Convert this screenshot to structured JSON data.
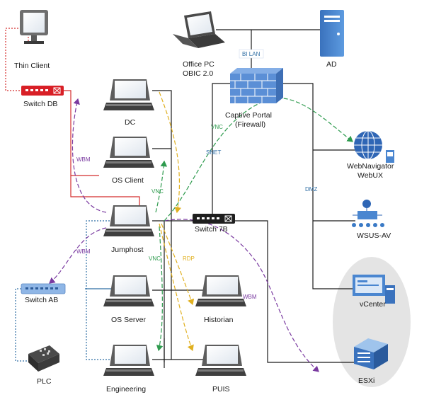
{
  "nodes": {
    "thin_client": "Thin Client",
    "switch_db": "Switch DB",
    "office_pc_line1": "Office PC",
    "office_pc_line2": "OBIC 2.0",
    "ad": "AD",
    "dc": "DC",
    "os_client": "OS Client",
    "captive_portal_line1": "Captive Portal",
    "captive_portal_line2": "(Firewall)",
    "web_navigator_line1": "WebNavigator",
    "web_navigator_line2": "WebUX",
    "jumphost": "Jumphost",
    "switch_7b": "Switch 7B",
    "wsus_av": "WSUS-AV",
    "switch_ab": "Switch AB",
    "os_server": "OS Server",
    "historian": "Historian",
    "vcenter": "vCenter",
    "esxi": "ESXi",
    "plc": "PLC",
    "engineering": "Engineering",
    "puis": "PUIS"
  },
  "link_labels": {
    "bi_lan": "BI LAN",
    "dmz": "DMZ",
    "snet": "SNET",
    "vnc_firewall": "VNC",
    "vnc_os_client": "VNC",
    "vnc_os_server": "VNC",
    "wbm_switch_db": "WBM",
    "wbm_switch_ab": "WBM",
    "wbm_historian": "WBM",
    "rdp": "RDP"
  },
  "colors": {
    "switch_db": "#d81f26",
    "red_link": "#d42c2c",
    "blue_link": "#2e6da4",
    "purple_arrow": "#7a3aa0",
    "green_arrow": "#2e9b4e",
    "orange_arrow": "#e0b020",
    "firewall": "#5b8fd6",
    "server_blue": "#4a86d0",
    "esxi_bubble": "#e4e4e4"
  }
}
